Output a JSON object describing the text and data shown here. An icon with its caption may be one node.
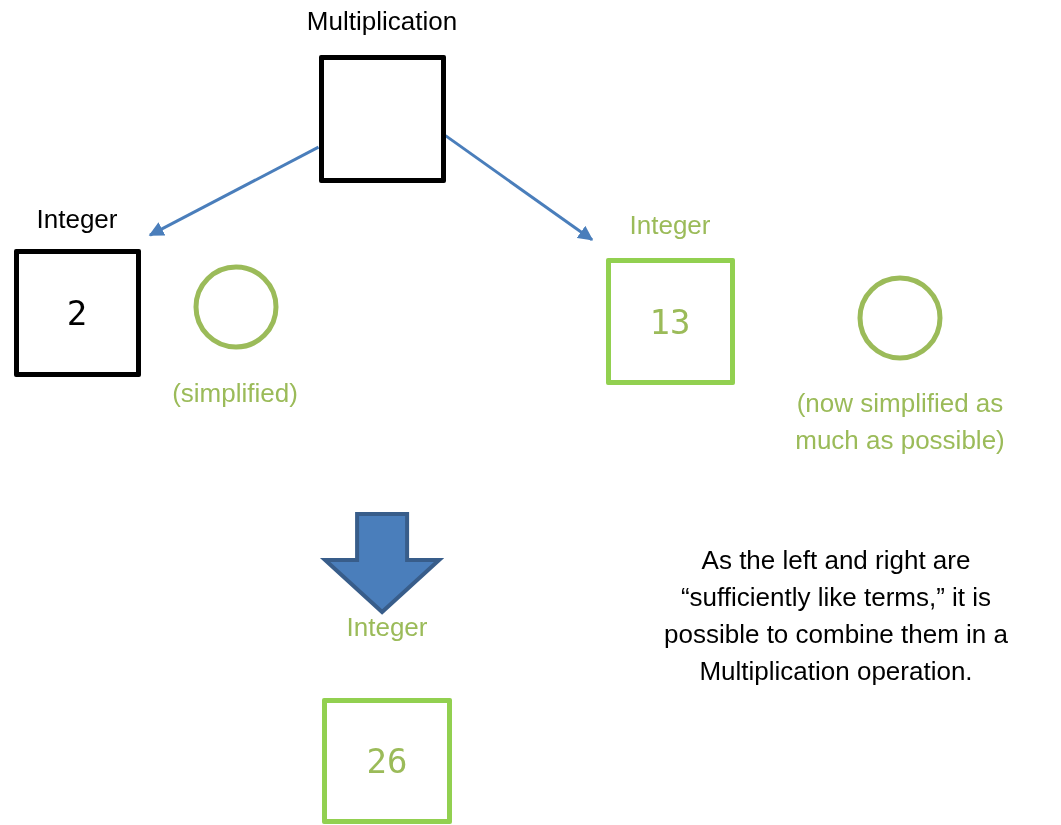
{
  "diagram": {
    "nodes": [
      {
        "text": [
          "Multiplication"
        ]
      },
      {
        "text": [
          "Integer",
          "2"
        ]
      },
      {
        "text": [],
        "shape": "circle",
        "beside": [
          "(simplified)"
        ]
      },
      {
        "text": [
          "Integer",
          "13"
        ]
      },
      {
        "text": [],
        "shape": "circle",
        "beside": [
          "(now simplified as much as possible)"
        ]
      },
      {
        "text": [
          "Integer",
          "26"
        ]
      }
    ],
    "edges": [
      {
        "from": 0,
        "to": 1,
        "arrow": "to"
      },
      {
        "from": 0,
        "to": 3,
        "arrow": "to"
      },
      {
        "from": null,
        "to": 5,
        "arrow": "to",
        "style": "thick"
      }
    ],
    "labels": [
      "As the left and right are “sufficiently like terms,” it is possible to combine them in a Multiplication operation."
    ]
  }
}
